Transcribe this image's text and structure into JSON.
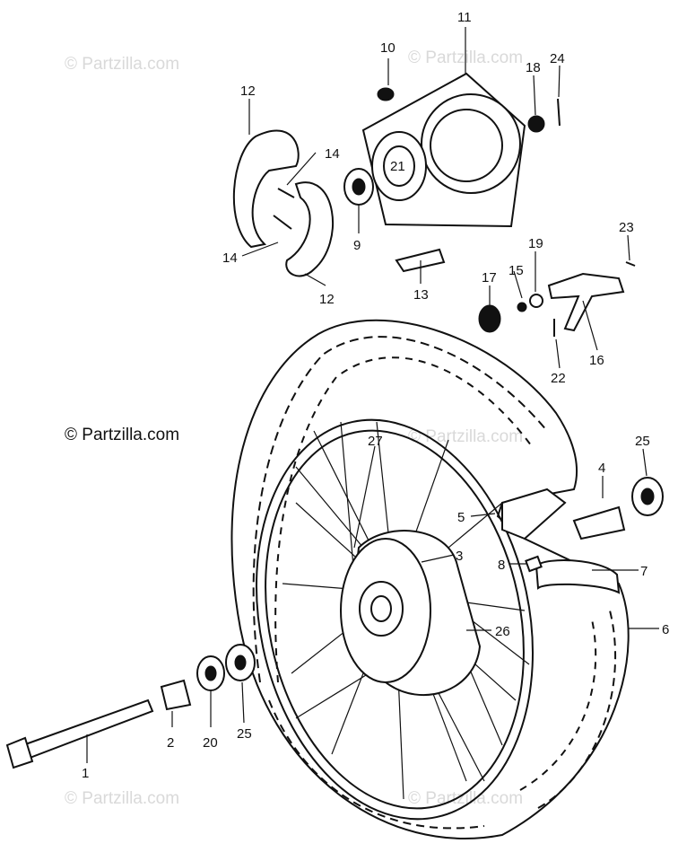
{
  "diagram": {
    "callouts": [
      "1",
      "2",
      "3",
      "4",
      "5",
      "6",
      "7",
      "8",
      "9",
      "10",
      "11",
      "12",
      "12",
      "13",
      "14",
      "14",
      "15",
      "16",
      "17",
      "18",
      "19",
      "20",
      "21",
      "22",
      "23",
      "24",
      "25",
      "25",
      "26",
      "27"
    ]
  },
  "copyright": "© Partzilla.com",
  "watermarks": [
    "© Partzilla.com",
    "© Partzilla.com",
    "© Partzilla.com",
    "© Partzilla.com",
    "© Partzilla.com"
  ],
  "colors": {
    "line": "#111111",
    "watermark": "#d9d9d9",
    "background": "#ffffff"
  }
}
